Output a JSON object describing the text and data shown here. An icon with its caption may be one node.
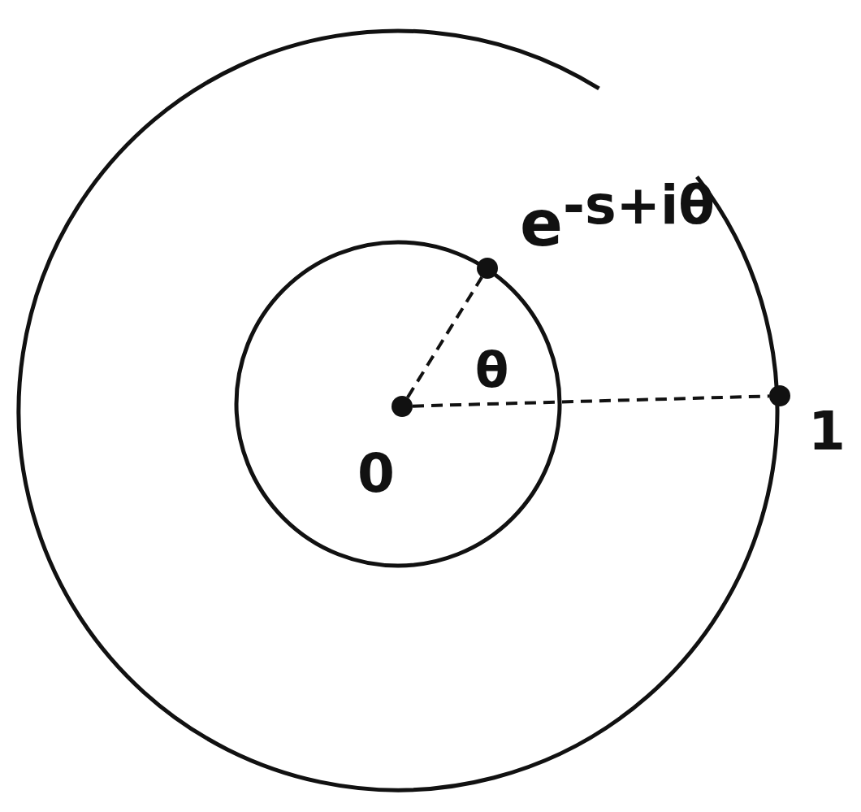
{
  "diagram": {
    "nodes": [
      {
        "text": [],
        "shape": "circle"
      },
      {
        "text": [],
        "shape": "circle",
        "in": 0
      },
      {
        "text": [],
        "shape": "circle",
        "in": 1,
        "beside": [
          "0"
        ]
      },
      {
        "text": [],
        "shape": "circle",
        "in": 0,
        "beside": [
          "e$^{-s+iθ}$"
        ]
      },
      {
        "text": [],
        "shape": "circle",
        "beside": [
          "1"
        ]
      }
    ],
    "edges": [
      {
        "from": 2,
        "to": 3,
        "arrow": "none",
        "style": "dashed"
      },
      {
        "from": 2,
        "to": 4,
        "arrow": "none",
        "style": "dashed"
      }
    ],
    "labels": [
      "θ"
    ]
  }
}
